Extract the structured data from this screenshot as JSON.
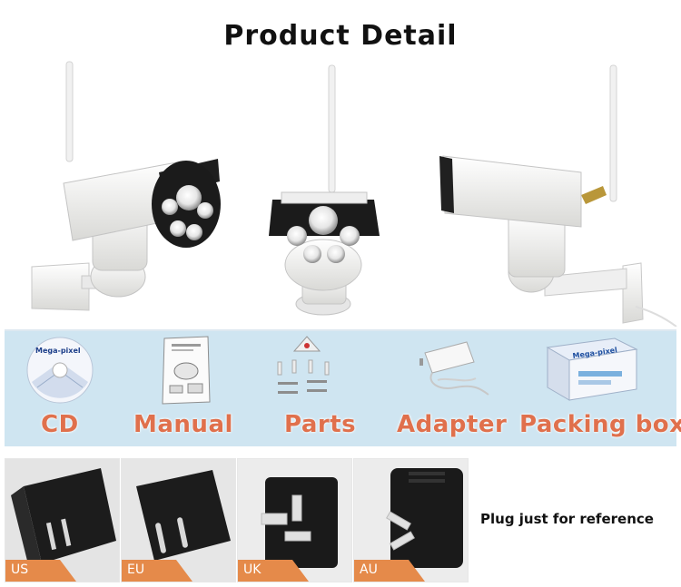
{
  "title": "Product Detail",
  "accessories": [
    {
      "label": "CD",
      "icon": "cd-icon"
    },
    {
      "label": "Manual",
      "icon": "manual-icon"
    },
    {
      "label": "Parts",
      "icon": "parts-icon"
    },
    {
      "label": "Adapter",
      "icon": "adapter-icon"
    },
    {
      "label": "Packing box",
      "icon": "packing-box-icon"
    }
  ],
  "cd_disc_text": "Mega-pixel",
  "box_text": "Mega-pixel",
  "plugs": [
    {
      "label": "US"
    },
    {
      "label": "EU"
    },
    {
      "label": "UK"
    },
    {
      "label": "AU"
    }
  ],
  "plug_note": "Plug just for reference",
  "colors": {
    "accessory_band": "#cfe5f1",
    "accessory_label": "#e0704c",
    "plug_tag": "#e58a4a",
    "camera_body": "#f4f4f2"
  }
}
